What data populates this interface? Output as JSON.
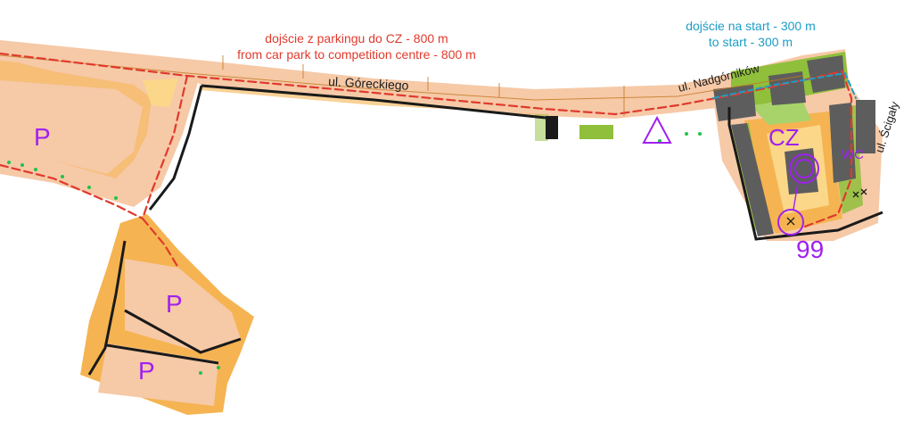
{
  "colors": {
    "paved_area": "#f6c9a7",
    "open_land": "#f5b451",
    "rough_open": "#fbd78a",
    "vegetation_green": "#8fbf3b",
    "building_dark": "#5d5d5d",
    "building_black": "#1a1a1a",
    "route_red": "#e03a2c",
    "course_purple": "#a020f0",
    "start_note_cyan": "#1b9ec6"
  },
  "route_labels": {
    "car_park_pl": "dojście z parkingu do CZ - 800 m",
    "car_park_en": "from car park to competition centre - 800 m",
    "start_pl": "dojście na start - 300 m",
    "start_en": "to start - 300 m"
  },
  "streets": {
    "goreckiego": "ul. Góreckiego",
    "nadgornikow": "ul. Nadgórników",
    "scigaly": "ul. Ścigały"
  },
  "markers": {
    "parking_1": "P",
    "parking_2": "P",
    "parking_3": "P",
    "competition_centre": "CZ",
    "toilets": "WC",
    "finish_control": "99"
  },
  "icons": {
    "start": "start-triangle-icon",
    "finish": "finish-double-circle-icon",
    "control": "control-circle-icon"
  }
}
